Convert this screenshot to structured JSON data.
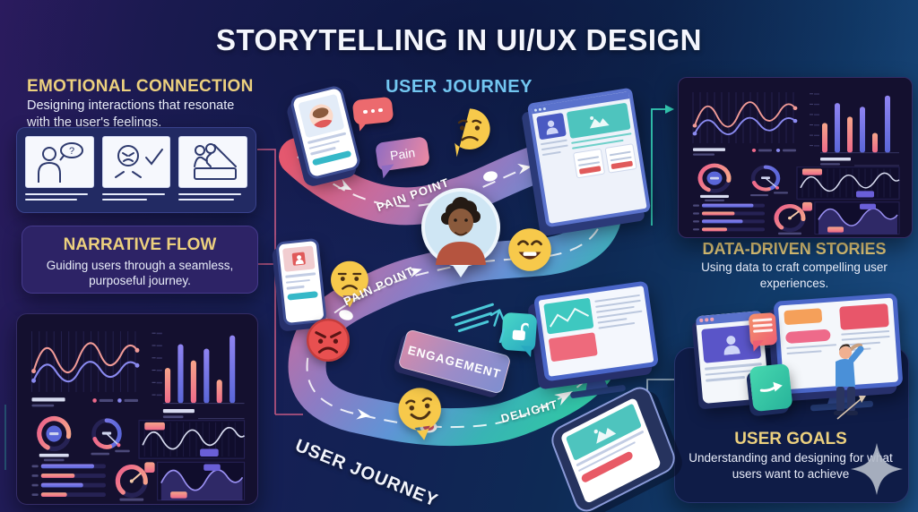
{
  "title": "STORYTELLING IN UI/UX DESIGN",
  "journey": {
    "top_label": "USER JOURNEY",
    "bottom_label": "USER JOURNEY",
    "pain_bubble": "Pain",
    "pain_point_top": "PAIN POINT",
    "pain_point_mid": "PAIN POINT",
    "engagement": "ENGAGEMENT",
    "delight": "DELIGHT"
  },
  "sections": {
    "emotional": {
      "heading": "EMOTIONAL CONNECTION",
      "description": "Designing interactions that resonate with the user's feelings."
    },
    "narrative": {
      "heading": "NARRATIVE FLOW",
      "description": "Guiding users through a seamless, purposeful journey."
    },
    "data_driven": {
      "heading": "DATA-DRIVEN STORIES",
      "description": "Using data to craft compelling user experiences."
    },
    "user_goals": {
      "heading": "USER GOALS",
      "description": "Understanding and designing for what users want to achieve"
    }
  },
  "colors": {
    "background_navy": "#122254",
    "background_purple": "#2b1b5e",
    "background_blue": "#1d4f85",
    "heading_gold": "#ecd07e",
    "journey_label_blue": "#72c6f0",
    "road_pink": "#e4586f",
    "road_teal": "#2ecf9e",
    "emoji_yellow": "#f7c94b",
    "alert_red": "#e05a5a",
    "teal_accent": "#3ecfc0",
    "dashboard_panel": "#14102f"
  },
  "dashboard": {
    "bar_heights": [
      48,
      80,
      58,
      74,
      32,
      92
    ],
    "hbar_fills": [
      0.82,
      0.52,
      0.65,
      0.4
    ],
    "donut_sweep_deg": 255,
    "gauge_needle_deg": 40
  }
}
